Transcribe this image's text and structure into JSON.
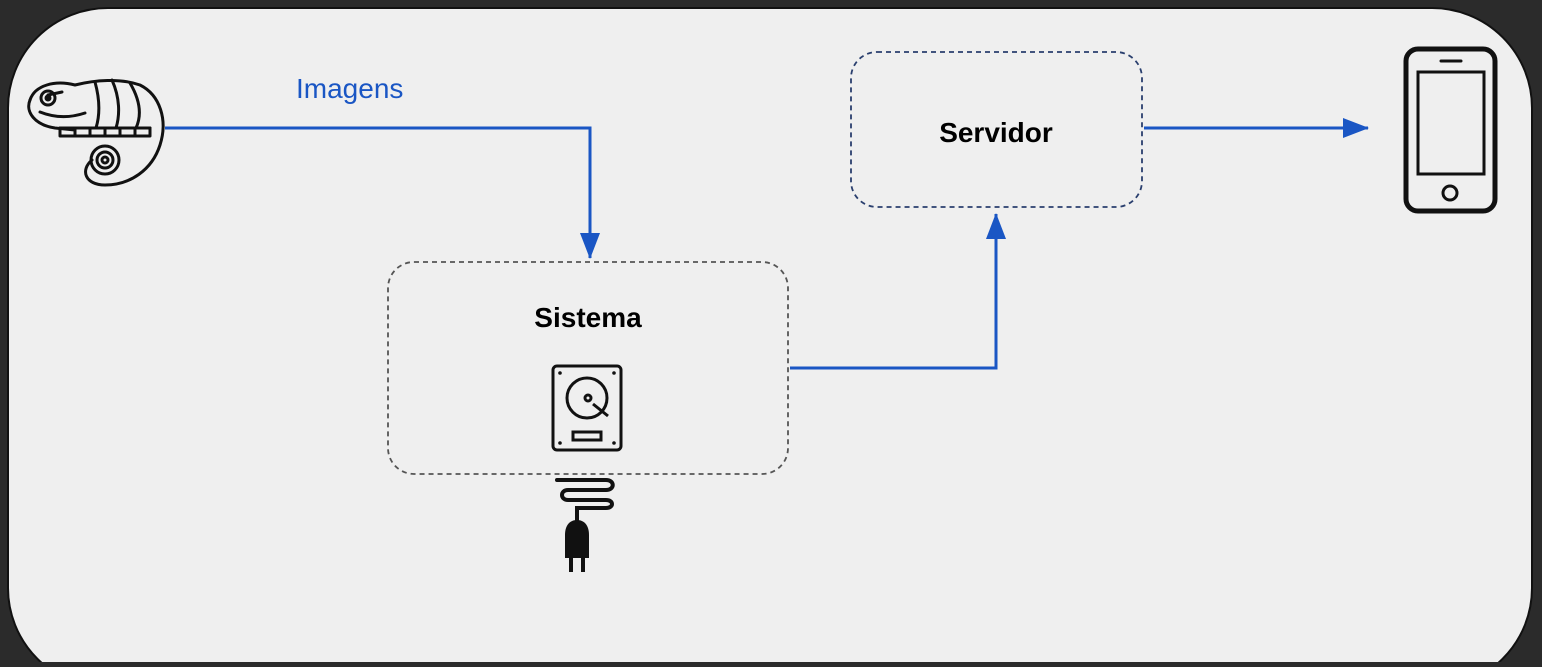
{
  "colors": {
    "background": "#2b2b2b",
    "panel": "#efefef",
    "panel_border": "#111111",
    "arrow": "#1a56c4",
    "sistema_border": "#555555",
    "servidor_border": "#2a3f6e",
    "label_accent": "#1a56c4"
  },
  "diagram": {
    "nodes": {
      "source": {
        "icon": "chameleon-icon"
      },
      "sistema": {
        "label": "Sistema",
        "icon": "hard-drive-icon",
        "power_icon": "power-plug-icon"
      },
      "servidor": {
        "label": "Servidor"
      },
      "device": {
        "icon": "smartphone-icon"
      }
    },
    "edges": {
      "source_to_sistema": {
        "label": "Imagens"
      },
      "sistema_to_servidor": {
        "label": ""
      },
      "servidor_to_device": {
        "label": ""
      }
    }
  }
}
